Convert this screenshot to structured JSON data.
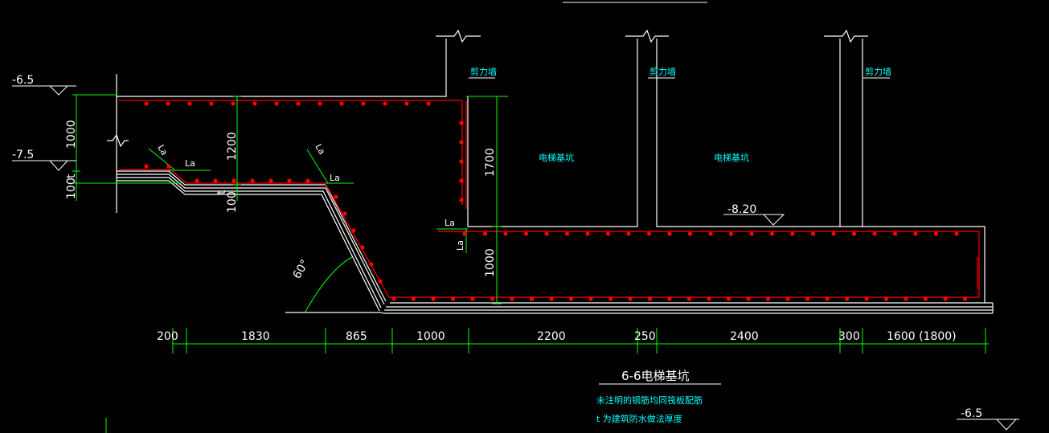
{
  "colors": {
    "background": "#000000",
    "outline": "#ffffff",
    "dimension": "#00ff00",
    "rebar": "#ff0000",
    "annotation": "#00ffff"
  },
  "levels": {
    "top_left": "-6.5",
    "mid_left": "-7.5",
    "pit": "-8.20",
    "bottom_right": "-6.5"
  },
  "dimensions": {
    "bottom": [
      "200",
      "1830",
      "865",
      "1000",
      "2200",
      "250",
      "2400",
      "300",
      "1600 (1800)"
    ],
    "left_1000": "1000",
    "left_100": "100",
    "mid_1200": "1200",
    "mid_100": "100",
    "pit_1700": "1700",
    "pit_1000": "1000",
    "angle": "60°",
    "t_mark": "t"
  },
  "anchors": {
    "la": "La"
  },
  "walls": {
    "shear_wall": "剪力墙",
    "elevator_pit": "电梯基坑"
  },
  "title": "6-6电梯基坑",
  "notes": [
    "未注明的钢筋均同筏板配筋",
    "t 为建筑防水做法厚度"
  ]
}
